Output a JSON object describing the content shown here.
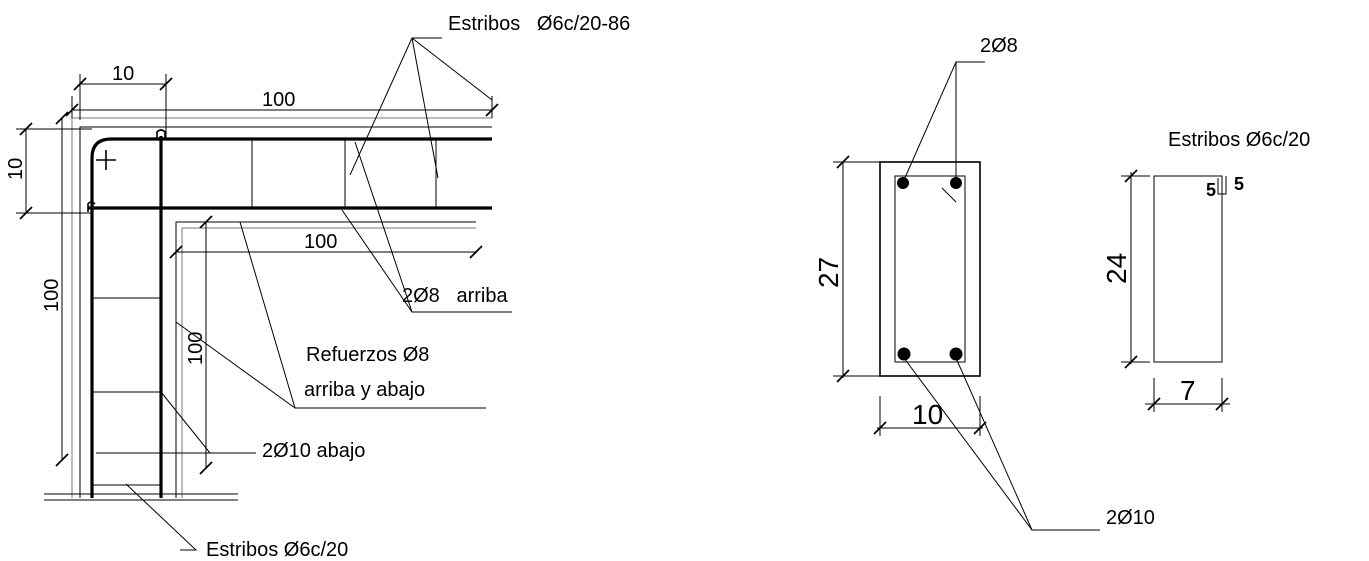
{
  "plan": {
    "stirrups_top_label": "Estribos   Ø6c/20-86",
    "dim_10_top": "10",
    "dim_100_top": "100",
    "dim_10_left": "10",
    "dim_100_left": "100",
    "dim_100_inner_h": "100",
    "dim_100_inner_v": "100",
    "bars_top_label": "2Ø8   arriba",
    "reinforcement_line1": "Refuerzos Ø8",
    "reinforcement_line2": "arriba y abajo",
    "bars_bottom_label": "2Ø10 abajo",
    "stirrups_bottom_label": "Estribos Ø6c/20"
  },
  "section": {
    "top_bars_label": "2Ø8",
    "height_dim": "27",
    "width_dim": "10",
    "bottom_bars_label": "2Ø10"
  },
  "stirrup_detail": {
    "title": "Estribos Ø6c/20",
    "height_dim": "24",
    "width_dim": "7",
    "hook_inner": "5",
    "hook_outer": "5"
  }
}
